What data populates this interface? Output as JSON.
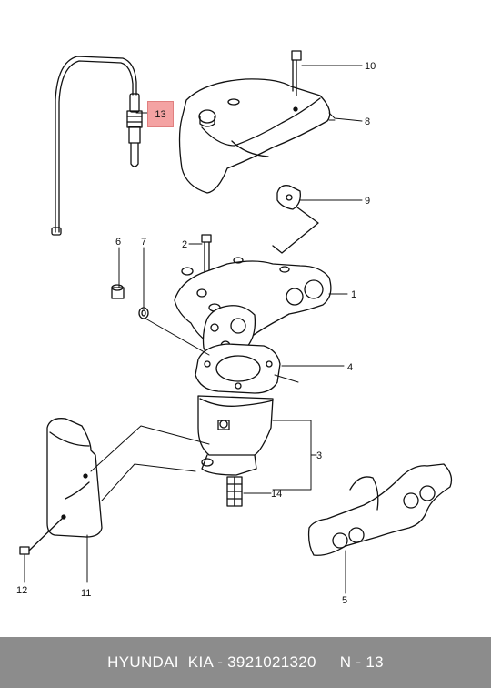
{
  "callouts": [
    "1",
    "2",
    "3",
    "4",
    "5",
    "6",
    "7",
    "8",
    "9",
    "10",
    "11",
    "12",
    "13",
    "14"
  ],
  "highlight": {
    "label": "13",
    "color": "#f4a3a3"
  },
  "footer": {
    "brand": "HYUNDAI  KIA - 3921021320",
    "page": "N - 13",
    "background": "#8c8c8c"
  }
}
